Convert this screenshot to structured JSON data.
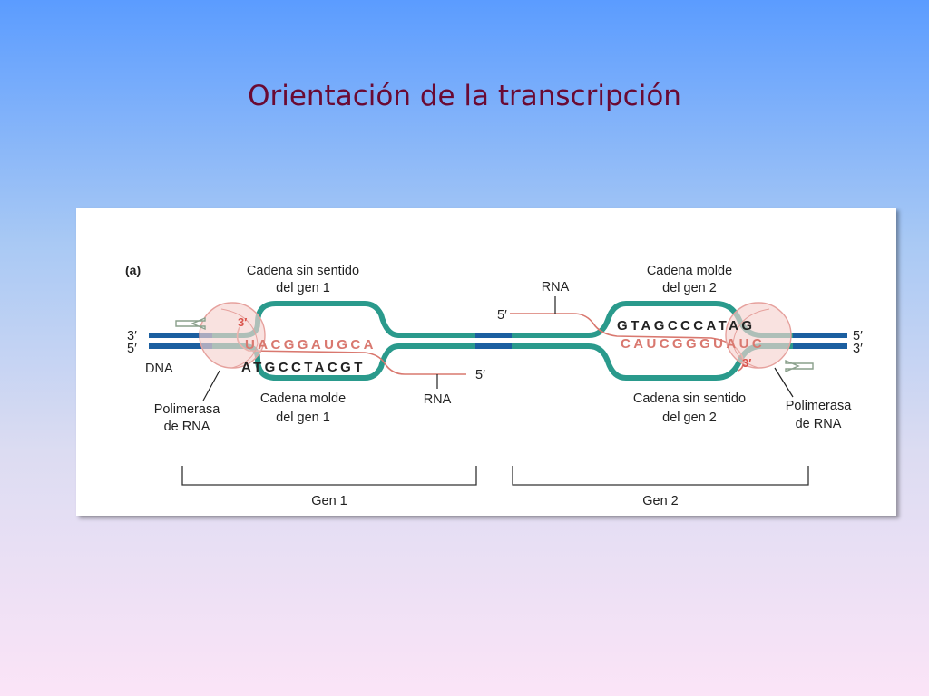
{
  "slide": {
    "title": "Orientación de la transcripción"
  },
  "figure": {
    "panel_label": "(a)",
    "dna_label": "DNA",
    "left_ends": {
      "top": "3′",
      "bottom": "5′"
    },
    "right_ends": {
      "top": "5′",
      "bottom": "3′"
    },
    "gene1": {
      "top_label": {
        "line1": "Cadena sin sentido",
        "line2": "del gen 1"
      },
      "bottom_label": {
        "line1": "Cadena molde",
        "line2": "del gen 1"
      },
      "polymerase_label": {
        "line1": "Polimerasa",
        "line2": "de RNA"
      },
      "rna_label": "RNA",
      "rna_end": "5′",
      "rna_end_in_bubble": "3′",
      "rna_sequence": "UACGGAUGCA",
      "template_sequence": "ATGCCTACGT",
      "bracket_label": "Gen 1"
    },
    "gene2": {
      "top_label": {
        "line1": "Cadena molde",
        "line2": "del gen 2"
      },
      "bottom_label": {
        "line1": "Cadena sin sentido",
        "line2": "del gen 2"
      },
      "polymerase_label": {
        "line1": "Polimerasa",
        "line2": "de RNA"
      },
      "rna_label": "RNA",
      "rna_end": "5′",
      "rna_end_in_bubble": "3′",
      "template_sequence": "GTAGCCCATAG",
      "rna_sequence": "CAUCGGGUAUC",
      "bracket_label": "Gen 2"
    }
  },
  "colors": {
    "title": "#6a0a33",
    "dna_teal": "#2a9a8c",
    "dna_blue": "#1b5fa0",
    "rna_pink": "#d9786f",
    "polymerase_fill": "#f6d2d0"
  }
}
